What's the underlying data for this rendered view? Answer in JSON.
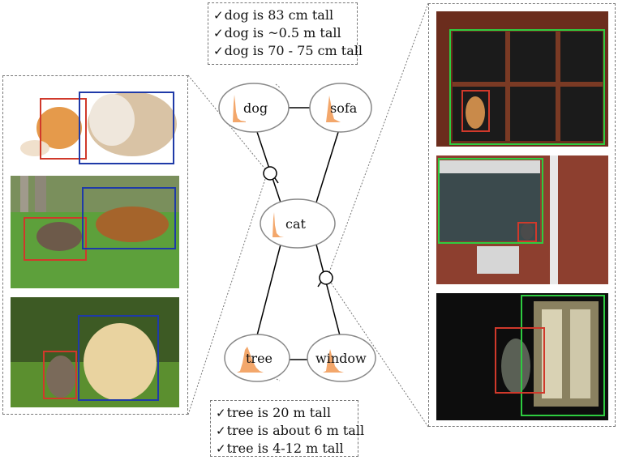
{
  "nodes": [
    {
      "id": "dog",
      "label": "dog"
    },
    {
      "id": "sofa",
      "label": "sofa"
    },
    {
      "id": "cat",
      "label": "cat"
    },
    {
      "id": "tree",
      "label": "tree"
    },
    {
      "id": "window",
      "label": "window"
    }
  ],
  "edges": [
    [
      "dog",
      "sofa"
    ],
    [
      "dog",
      "cat"
    ],
    [
      "sofa",
      "cat"
    ],
    [
      "cat",
      "tree"
    ],
    [
      "cat",
      "window"
    ],
    [
      "tree",
      "window"
    ]
  ],
  "dog_facts": [
    "dog is 83 cm tall",
    "dog is ~0.5 m tall",
    "dog is 70 - 75 cm tall"
  ],
  "tree_facts": [
    "tree is 20 m tall",
    "tree is about 6 m tall",
    "tree is 4-12 m tall"
  ],
  "colors": {
    "cat_box": "#d0392b",
    "dog_box": "#1f3aa8",
    "window_box": "#2ecc40",
    "histogram": "#f3a76b",
    "node_border": "#888888",
    "edge": "#000000",
    "dotted": "#777777"
  },
  "check_glyph": "✓"
}
